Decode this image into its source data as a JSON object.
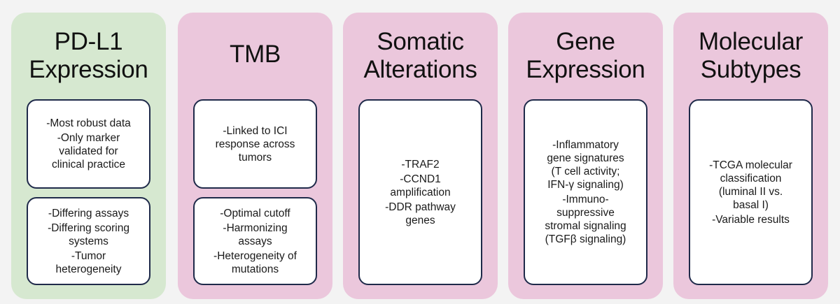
{
  "columns": [
    {
      "title": [
        "PD-L1",
        "Expression"
      ],
      "color": "#d6e8d0",
      "boxes": [
        {
          "items": [
            [
              "-Most robust data"
            ],
            [
              "-Only marker",
              "validated for",
              "clinical practice"
            ]
          ]
        },
        {
          "items": [
            [
              "-Differing assays"
            ],
            [
              "-Differing scoring",
              "systems"
            ],
            [
              "-Tumor",
              "heterogeneity"
            ]
          ]
        }
      ]
    },
    {
      "title": [
        "TMB"
      ],
      "color": "#ebc7dc",
      "boxes": [
        {
          "items": [
            [
              "-Linked to ICI",
              "response across",
              "tumors"
            ]
          ]
        },
        {
          "items": [
            [
              "-Optimal cutoff"
            ],
            [
              "-Harmonizing",
              "assays"
            ],
            [
              "-Heterogeneity of",
              "mutations"
            ]
          ]
        }
      ]
    },
    {
      "title": [
        "Somatic",
        "Alterations"
      ],
      "color": "#ebc7dc",
      "boxes": [
        {
          "items": [
            [
              "-TRAF2"
            ],
            [
              "-CCND1",
              "amplification"
            ],
            [
              "-DDR pathway",
              "genes"
            ]
          ]
        }
      ]
    },
    {
      "title": [
        "Gene",
        "Expression"
      ],
      "color": "#ebc7dc",
      "boxes": [
        {
          "items": [
            [
              "-Inflammatory",
              "gene signatures",
              "(T cell activity;",
              "IFN-γ signaling)"
            ],
            [
              "-Immuno-",
              "suppressive",
              "stromal signaling",
              "(TGFβ signaling)"
            ]
          ]
        }
      ]
    },
    {
      "title": [
        "Molecular",
        "Subtypes"
      ],
      "color": "#ebc7dc",
      "boxes": [
        {
          "items": [
            [
              "-TCGA molecular",
              "classification",
              "(luminal II vs.",
              "basal I)"
            ],
            [
              "-Variable results"
            ]
          ]
        }
      ]
    }
  ]
}
